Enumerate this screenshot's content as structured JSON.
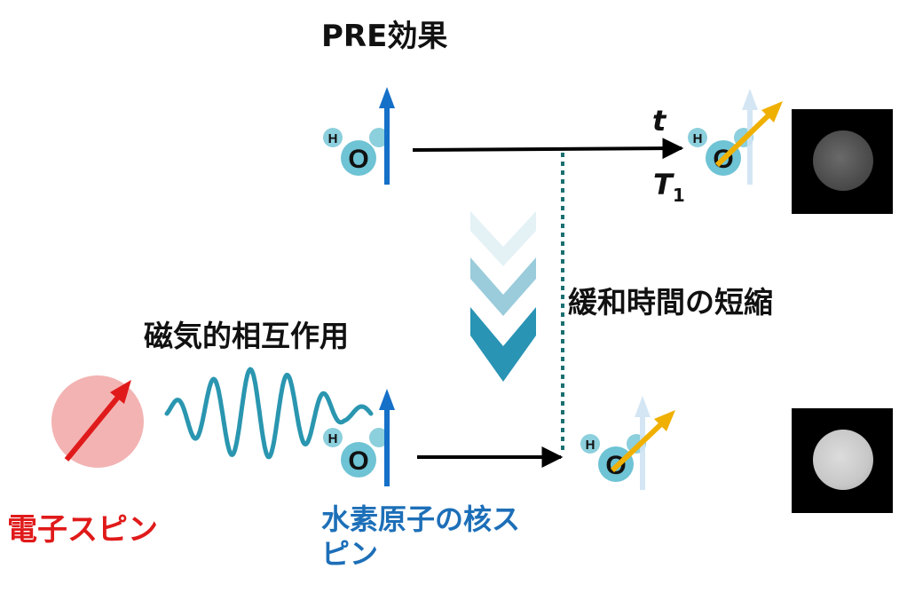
{
  "title": "PRE効果",
  "interaction_label": "磁気的相互作用",
  "shortening_label": "緩和時間の短縮",
  "electron_spin_label": "電子スピン",
  "nuclear_spin_label": "水素原子の核スピン",
  "time_label": "t",
  "relaxation_label": {
    "symbol": "T",
    "subscript": "1"
  },
  "molecule": {
    "hydrogen": "H",
    "oxygen": "O"
  },
  "mri_intensity": {
    "before": "dark",
    "after": "bright"
  },
  "colors": {
    "electron": "#e01a1a",
    "electron_disc": "#f0a0a0",
    "nuclear_text": "#1d6fb8",
    "spin_arrow": "#1570c8",
    "relaxed_arrow": "#f0b000",
    "wave": "#2a96b0",
    "atom": "#6ec3d4",
    "chevron": "#1e8eb0",
    "dashed_line": "#1a6f70"
  }
}
